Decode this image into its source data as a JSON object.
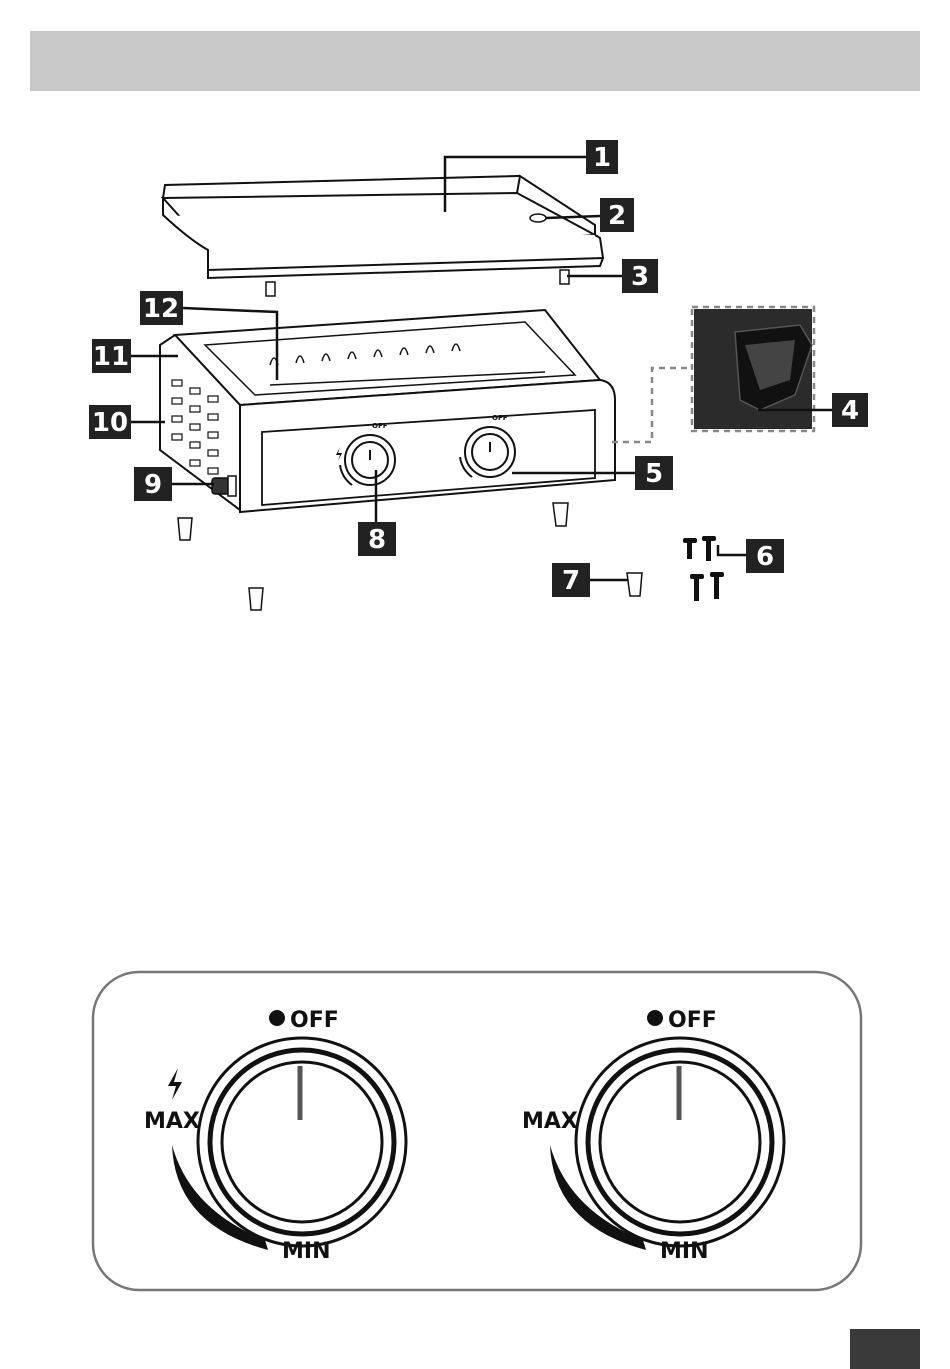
{
  "callouts": [
    "1",
    "2",
    "3",
    "4",
    "5",
    "6",
    "7",
    "8",
    "9",
    "10",
    "11",
    "12"
  ],
  "dial_left": {
    "off_label": "OFF",
    "max_label": "MAX",
    "min_label": "MIN",
    "has_ignition": true
  },
  "dial_right": {
    "off_label": "OFF",
    "max_label": "MAX",
    "min_label": "MIN",
    "has_ignition": false
  },
  "knob_small_label": "OFF",
  "colors": {
    "header": "#c8c8c8",
    "callout": "#222222",
    "outline": "#111111",
    "footer_tab": "#3a3a3a"
  }
}
